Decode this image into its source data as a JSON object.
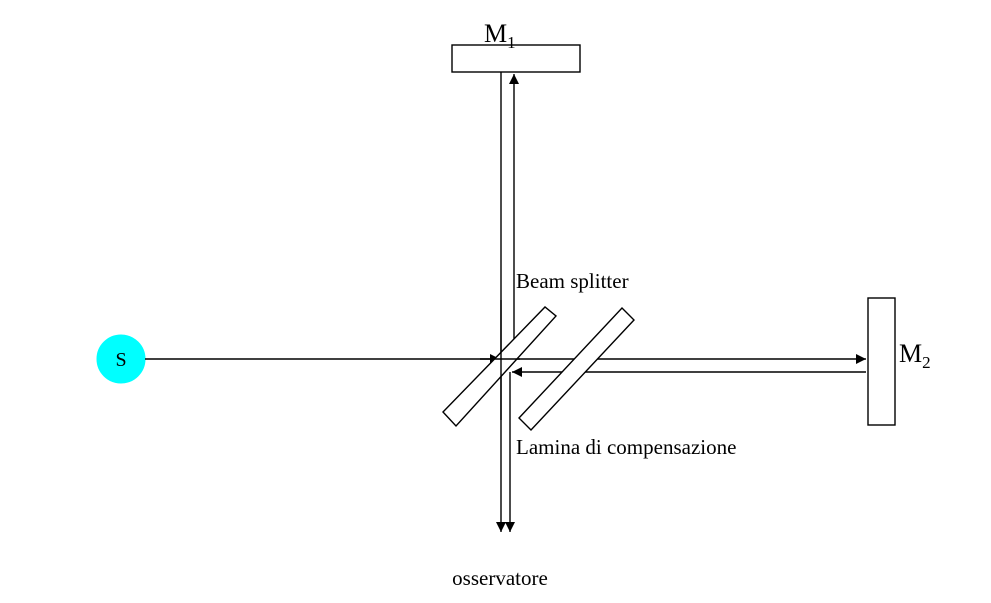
{
  "diagram": {
    "source": {
      "label": "S",
      "color": "#00ffff"
    },
    "mirror1": {
      "label": "M",
      "subscript": "1"
    },
    "mirror2": {
      "label": "M",
      "subscript": "2"
    },
    "beam_splitter_label": "Beam splitter",
    "compensator_label": "Lamina di compensazione",
    "observer_label": "osservatore"
  }
}
